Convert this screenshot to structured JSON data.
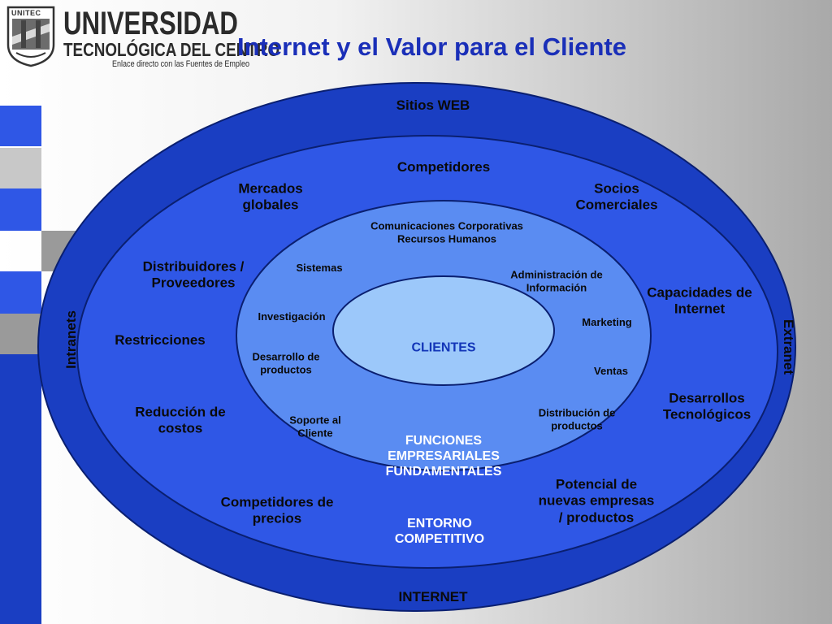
{
  "header": {
    "logo_badge": "UNITEC",
    "logo_university": "UNIVERSIDAD",
    "logo_subtitle": "TECNOLÓGICA DEL CENTRO",
    "logo_tagline": "Enlace directo con las Fuentes de Empleo",
    "title": "Internet y el Valor para el Cliente"
  },
  "colors": {
    "title": "#1a2fb8",
    "outer_ring": "#1a3ec2",
    "middle_ring": "#2f57e6",
    "inner_ring": "#5a8cf2",
    "core": "#9cc8fa",
    "core_text": "#1336b8"
  },
  "rings": {
    "outer_top": "Sitios WEB",
    "outer_bottom": "INTERNET",
    "outer_left": "Intranets",
    "outer_right": "Extranet"
  },
  "competitive": {
    "items": [
      "Competidores",
      "Mercados\nglobales",
      "Socios\nComerciales",
      "Distribuidores /\nProveedores",
      "Capacidades de\nInternet",
      "Restricciones",
      "Desarrollos\nTecnológicos",
      "Reducción de\ncostos",
      "Competidores de\nprecios",
      "Potencial de\nnuevas empresas\n/ productos"
    ],
    "label": "ENTORNO\nCOMPETITIVO"
  },
  "functions": {
    "items": [
      "Comunicaciones Corporativas\nRecursos Humanos",
      "Sistemas",
      "Administración de\nInformación",
      "Investigación",
      "Marketing",
      "Desarrollo de\nproductos",
      "Ventas",
      "Soporte al\nCliente",
      "Distribución de\nproductos"
    ],
    "label": "FUNCIONES\nEMPRESARIALES\nFUNDAMENTALES"
  },
  "core": {
    "label": "CLIENTES"
  }
}
